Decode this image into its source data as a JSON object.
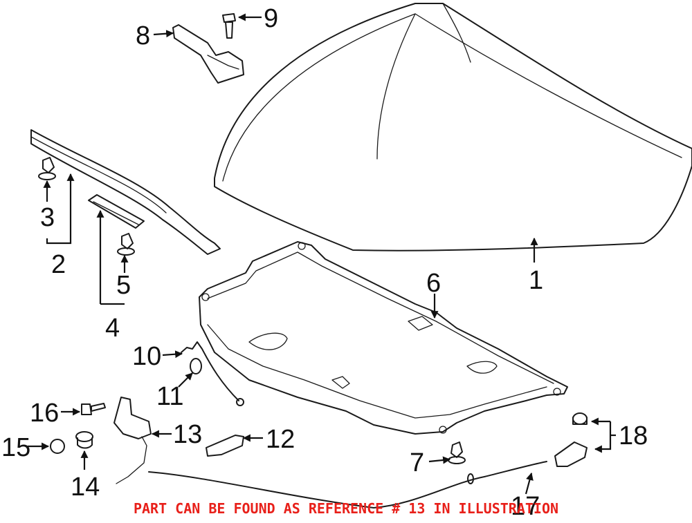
{
  "notice": {
    "text": "PART CAN BE FOUND AS REFERENCE # 13 IN ILLUSTRATION",
    "color": "#e8201a"
  },
  "callouts": {
    "c1": "1",
    "c2": "2",
    "c3": "3",
    "c4": "4",
    "c5": "5",
    "c6": "6",
    "c7": "7",
    "c8": "8",
    "c9": "9",
    "c10": "10",
    "c11": "11",
    "c12": "12",
    "c13": "13",
    "c14": "14",
    "c15": "15",
    "c16": "16",
    "c17": "17",
    "c18": "18"
  }
}
